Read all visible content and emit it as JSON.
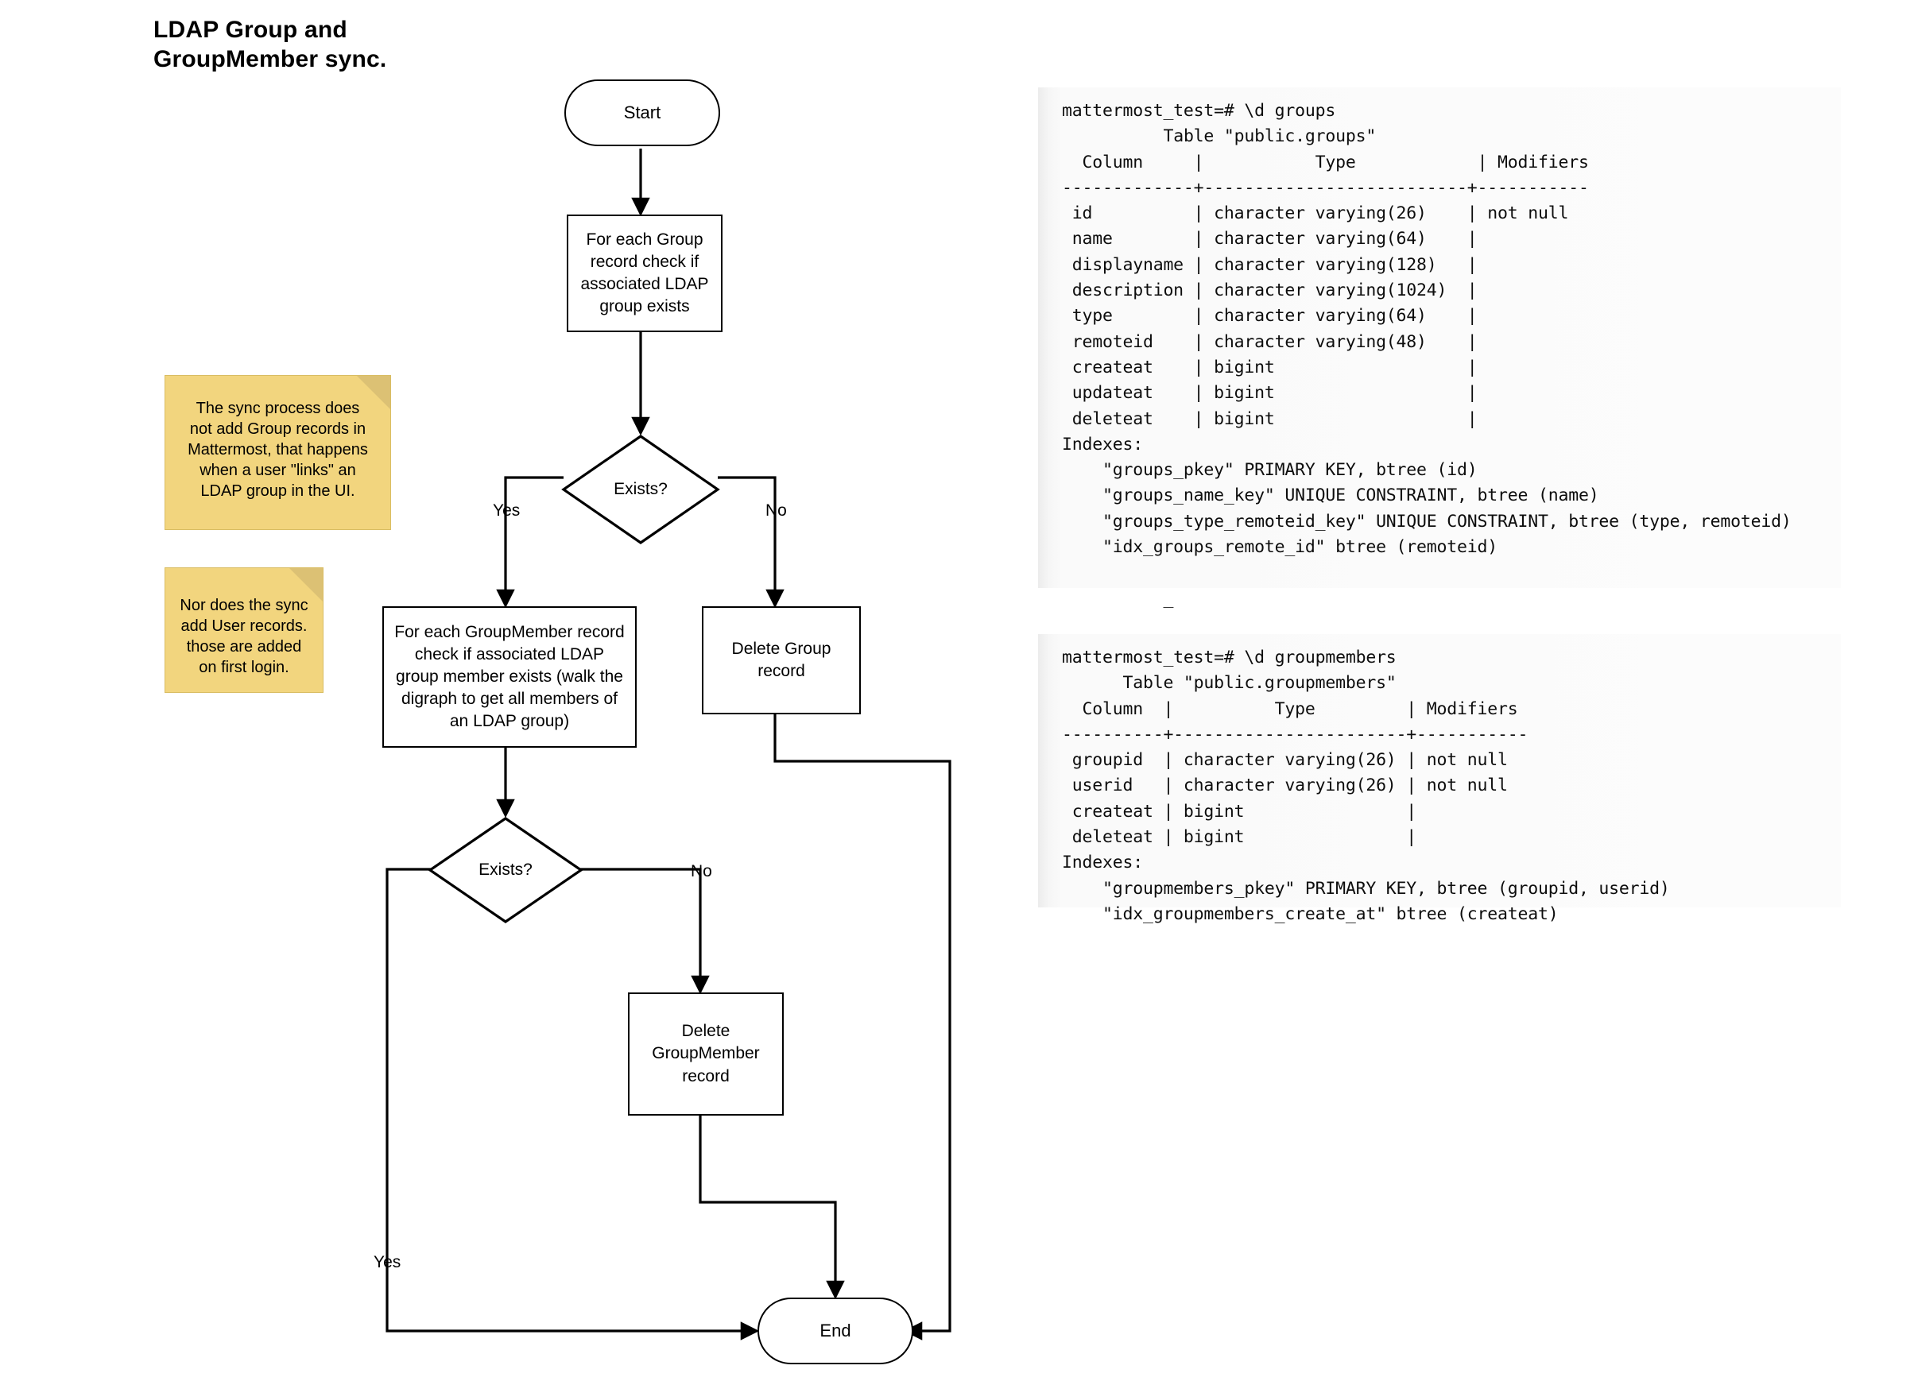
{
  "diagram": {
    "title": "LDAP Group and\nGroupMember sync.",
    "nodes": {
      "start": "Start",
      "check_group": "For each Group\nrecord check if\nassociated LDAP\ngroup exists",
      "decision1": "Exists?",
      "check_groupmember": "For each GroupMember record\ncheck if associated LDAP\ngroup member exists (walk the\ndigraph to get all members of\nan LDAP group)",
      "delete_group": "Delete Group\nrecord",
      "decision2": "Exists?",
      "delete_groupmember": "Delete\nGroupMember\nrecord",
      "end": "End"
    },
    "edge_labels": {
      "d1_yes": "Yes",
      "d1_no": "No",
      "d2_no": "No",
      "d2_yes": "Yes"
    },
    "notes": [
      "The sync process does\nnot add Group records in\nMattermost, that happens\nwhen a user \"links\" an\nLDAP group in the UI.",
      "Nor does the sync\nadd User records.\nthose are added\non first login."
    ],
    "colors": {
      "note_fill": "#f2d57e",
      "note_fold": "#dcc174",
      "stroke": "#000000",
      "terminal_bg": "#f7f7f7"
    }
  },
  "terminals": [
    {
      "name": "groups-table",
      "prompt": "mattermost_test=# \\d groups",
      "caption": "Table \"public.groups\"",
      "header": "  Column     |           Type            | Modifiers",
      "separator": "-------------+--------------------------+-----------",
      "rows": [
        " id          | character varying(26)    | not null",
        " name        | character varying(64)    |",
        " displayname | character varying(128)   |",
        " description | character varying(1024)  |",
        " type        | character varying(64)    |",
        " remoteid    | character varying(48)    |",
        " createat    | bigint                   |",
        " updateat    | bigint                   |",
        " deleteat    | bigint                   |"
      ],
      "indexes_label": "Indexes:",
      "indexes": [
        "    \"groups_pkey\" PRIMARY KEY, btree (id)",
        "    \"groups_name_key\" UNIQUE CONSTRAINT, btree (name)",
        "    \"groups_type_remoteid_key\" UNIQUE CONSTRAINT, btree (type, remoteid)",
        "    \"idx_groups_remote_id\" btree (remoteid)"
      ],
      "cursor": "_"
    },
    {
      "name": "groupmembers-table",
      "prompt": "mattermost_test=# \\d groupmembers",
      "caption": "Table \"public.groupmembers\"",
      "header": "  Column  |          Type         | Modifiers",
      "separator": "----------+-----------------------+-----------",
      "rows": [
        " groupid  | character varying(26) | not null",
        " userid   | character varying(26) | not null",
        " createat | bigint                |",
        " deleteat | bigint                |"
      ],
      "indexes_label": "Indexes:",
      "indexes": [
        "    \"groupmembers_pkey\" PRIMARY KEY, btree (groupid, userid)",
        "    \"idx_groupmembers_create_at\" btree (createat)"
      ],
      "cursor": ""
    }
  ]
}
